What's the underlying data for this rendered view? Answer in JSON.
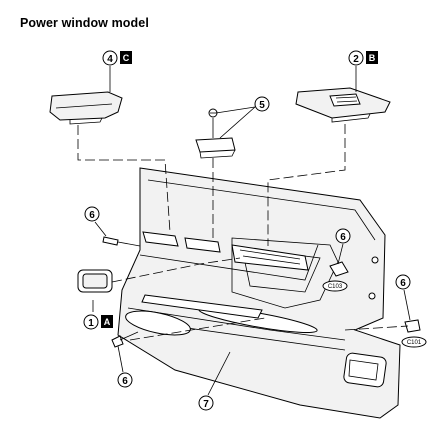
{
  "title": "Power window model",
  "callouts": [
    {
      "id": "c4",
      "number": "4",
      "letter": "C"
    },
    {
      "id": "c2",
      "number": "2",
      "letter": "B"
    },
    {
      "id": "c5",
      "number": "5"
    },
    {
      "id": "c6a",
      "number": "6"
    },
    {
      "id": "c6b",
      "number": "6"
    },
    {
      "id": "c6c",
      "number": "6"
    },
    {
      "id": "c6d",
      "number": "6"
    },
    {
      "id": "c1",
      "number": "1",
      "letter": "A"
    },
    {
      "id": "c7",
      "number": "7"
    }
  ],
  "clip_labels": [
    "C103",
    "C101"
  ]
}
